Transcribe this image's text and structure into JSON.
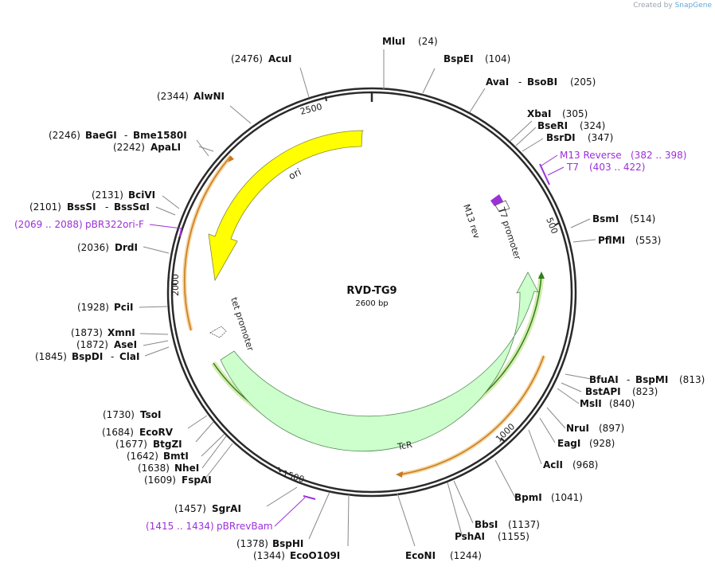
{
  "credit": {
    "created_by": "Created by",
    "brand": "SnapGene"
  },
  "map": {
    "name": "RVD-TG9",
    "size_label": "2600 bp",
    "length": 2600
  },
  "ticks": [
    "500",
    "1000",
    "1500",
    "2000",
    "2500"
  ],
  "colors": {
    "backbone": "#2a2a2a",
    "enzyme_line": "#777777",
    "primer": "#9b30d9",
    "ori": "#ffff00",
    "tcr": "#ccffcc",
    "tcr_edge": "#2e7d1e",
    "orange": "#e69a38",
    "promoter_fill": "#9b30d9"
  },
  "enzymes": [
    {
      "name": "MluI",
      "pos": "(24)"
    },
    {
      "name": "BspEI",
      "pos": "(104)"
    },
    {
      "name": "AvaI",
      "extra": "BsoBI",
      "pos": "(205)"
    },
    {
      "name": "XbaI",
      "pos": "(305)"
    },
    {
      "name": "BseRI",
      "pos": "(324)"
    },
    {
      "name": "BsrDI",
      "pos": "(347)"
    },
    {
      "name": "BsmI",
      "pos": "(514)"
    },
    {
      "name": "PflMI",
      "pos": "(553)"
    },
    {
      "name": "BfuAI",
      "extra": "BspMI",
      "pos": "(813)"
    },
    {
      "name": "BstAPI",
      "pos": "(823)"
    },
    {
      "name": "MslI",
      "pos": "(840)"
    },
    {
      "name": "NruI",
      "pos": "(897)"
    },
    {
      "name": "EagI",
      "pos": "(928)"
    },
    {
      "name": "AclI",
      "pos": "(968)"
    },
    {
      "name": "BpmI",
      "pos": "(1041)"
    },
    {
      "name": "BbsI",
      "pos": "(1137)"
    },
    {
      "name": "PshAI",
      "pos": "(1155)"
    },
    {
      "name": "EcoNI",
      "pos": "(1244)"
    },
    {
      "name": "EcoO109I",
      "pos": "(1344)"
    },
    {
      "name": "BspHI",
      "pos": "(1378)"
    },
    {
      "name": "SgrAI",
      "pos": "(1457)"
    },
    {
      "name": "FspAI",
      "pos": "(1609)"
    },
    {
      "name": "NheI",
      "pos": "(1638)"
    },
    {
      "name": "BmtI",
      "pos": "(1642)"
    },
    {
      "name": "BtgZI",
      "pos": "(1677)"
    },
    {
      "name": "EcoRV",
      "pos": "(1684)"
    },
    {
      "name": "TsoI",
      "pos": "(1730)"
    },
    {
      "name": "BspDI",
      "extra": "ClaI",
      "pos": "(1845)"
    },
    {
      "name": "AseI",
      "pos": "(1872)"
    },
    {
      "name": "XmnI",
      "pos": "(1873)"
    },
    {
      "name": "PciI",
      "pos": "(1928)"
    },
    {
      "name": "DrdI",
      "pos": "(2036)"
    },
    {
      "name": "BssSI",
      "extra": "BssSαI",
      "pos": "(2101)"
    },
    {
      "name": "BciVI",
      "pos": "(2131)"
    },
    {
      "name": "ApaLI",
      "pos": "(2242)"
    },
    {
      "name": "BaeGI",
      "extra": "Bme1580I",
      "pos": "(2246)"
    },
    {
      "name": "AlwNI",
      "pos": "(2344)"
    },
    {
      "name": "AcuI",
      "pos": "(2476)"
    }
  ],
  "primers": [
    {
      "name": "M13 Reverse",
      "range": "(382 .. 398)"
    },
    {
      "name": "T7",
      "range": "(403 .. 422)"
    },
    {
      "name": "pBR322ori-F",
      "range": "(2069 .. 2088)"
    },
    {
      "name": "pBRrevBam",
      "range": "(1415 .. 1434)"
    }
  ],
  "features": {
    "ori": "ori",
    "tcr": "TcR",
    "t7_promoter": "T7 promoter",
    "m13_rev": "M13 rev",
    "tet_promoter": "tet promoter"
  }
}
